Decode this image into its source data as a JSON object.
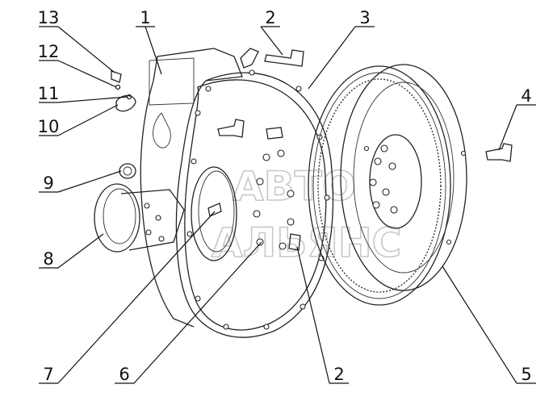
{
  "callouts": [
    {
      "id": "1",
      "label": "1"
    },
    {
      "id": "2a",
      "label": "2"
    },
    {
      "id": "3",
      "label": "3"
    },
    {
      "id": "4",
      "label": "4"
    },
    {
      "id": "5",
      "label": "5"
    },
    {
      "id": "2b",
      "label": "2"
    },
    {
      "id": "6",
      "label": "6"
    },
    {
      "id": "7",
      "label": "7"
    },
    {
      "id": "8",
      "label": "8"
    },
    {
      "id": "9",
      "label": "9"
    },
    {
      "id": "10",
      "label": "10"
    },
    {
      "id": "11",
      "label": "11"
    },
    {
      "id": "12",
      "label": "12"
    },
    {
      "id": "13",
      "label": "13"
    }
  ],
  "watermark": {
    "line1": "АВТО",
    "line2": "АЛЬЯНС",
    "color": "#c8c8c8"
  },
  "colors": {
    "line": "#222222",
    "background": "#ffffff"
  }
}
